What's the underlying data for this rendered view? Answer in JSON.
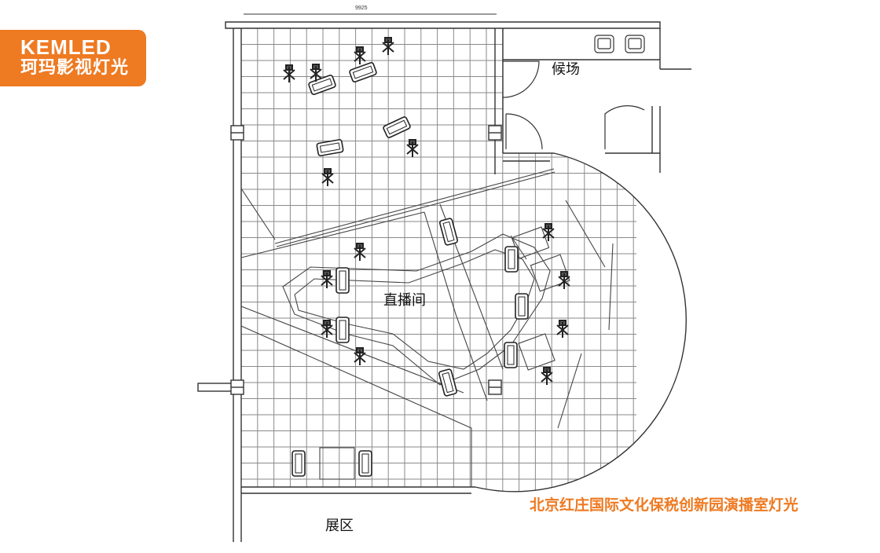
{
  "logo": {
    "brand_en": "KEMLED",
    "brand_cn": "珂玛影视灯光",
    "background": "#ee7a22"
  },
  "dimension": "9925",
  "rooms": {
    "waiting": "候场",
    "studio": "直播间",
    "exhibition": "展区"
  },
  "caption": "北京红庄国际文化保税创新园演播室灯光",
  "colors": {
    "accent": "#ee7a22",
    "lines": "#333333",
    "grid": "#888888"
  }
}
